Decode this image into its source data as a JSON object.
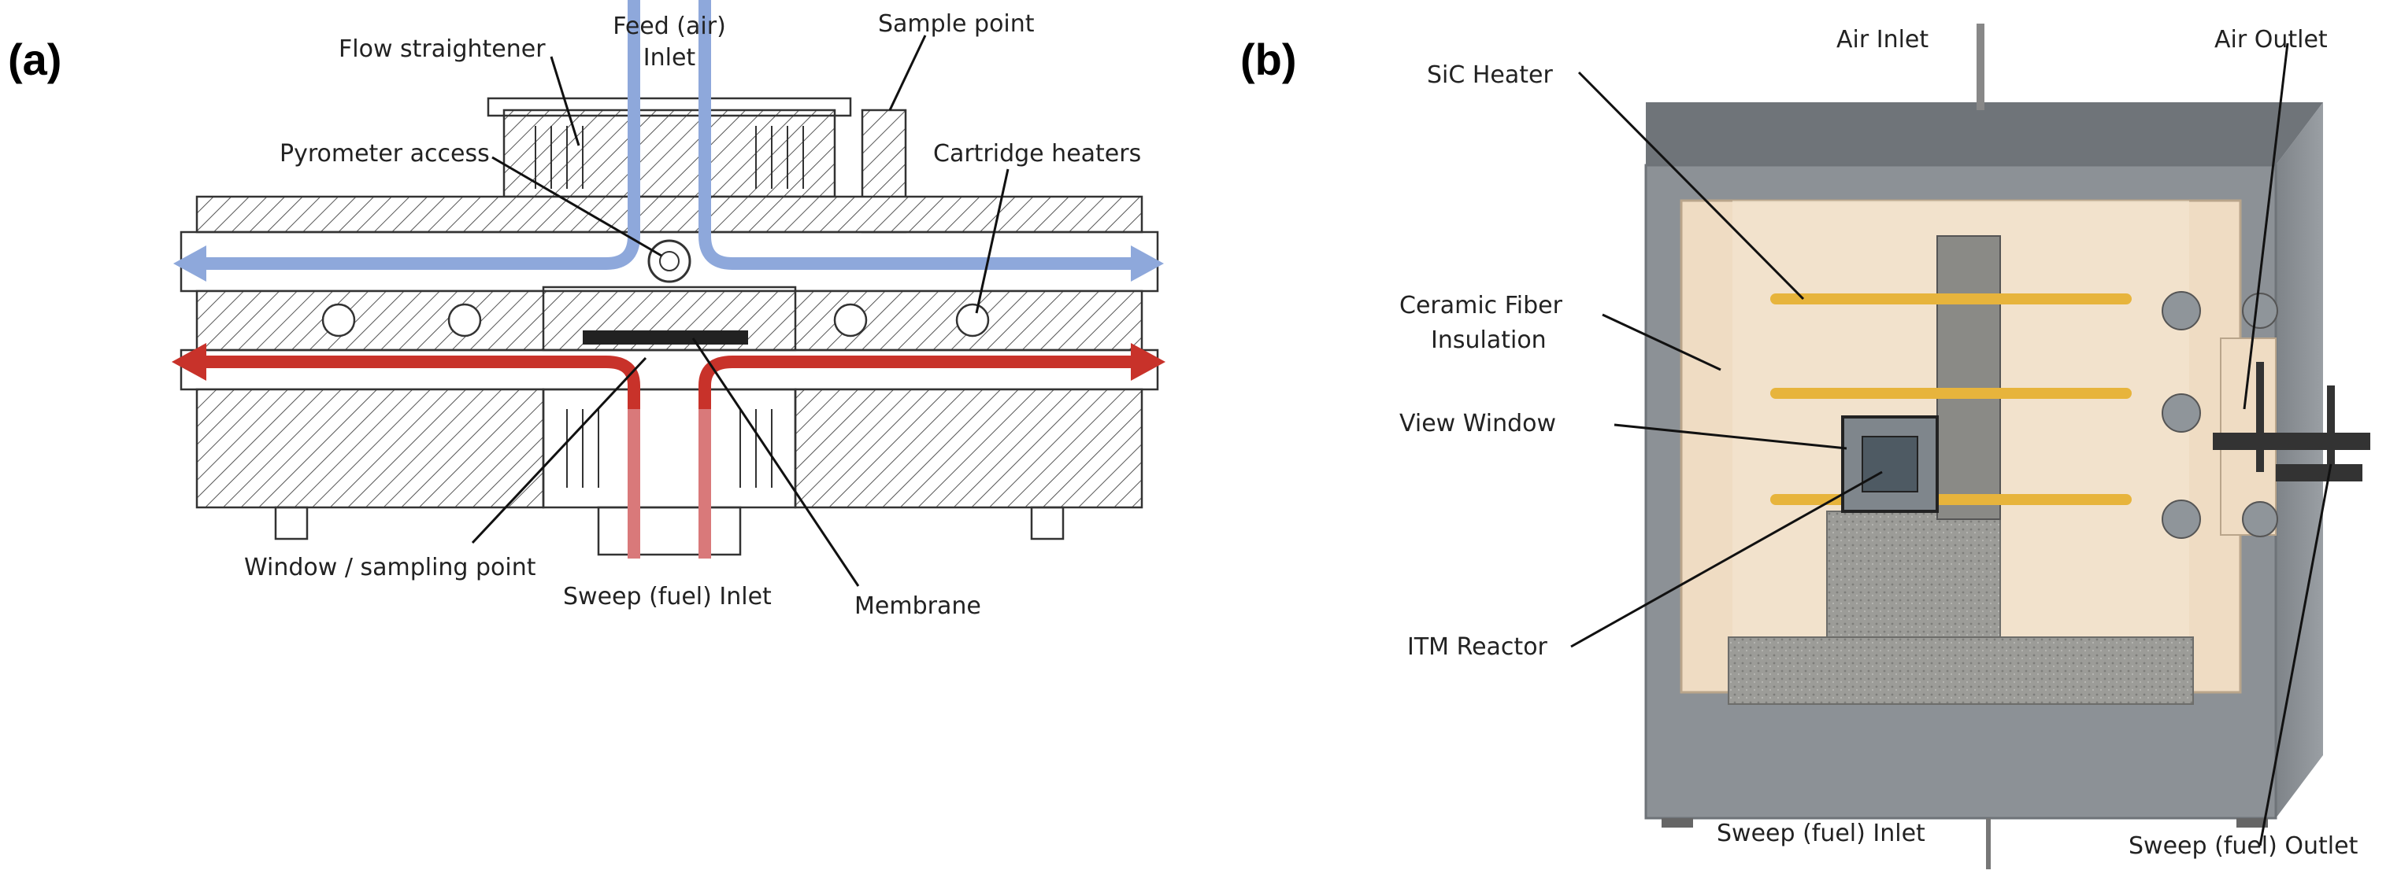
{
  "panel_a": {
    "tag": "(a)",
    "labels": {
      "flow_straightener": "Flow straightener",
      "feed_air_inlet_line1": "Feed (air)",
      "feed_air_inlet_line2": "Inlet",
      "sample_point": "Sample point",
      "pyrometer_access": "Pyrometer access",
      "cartridge_heaters": "Cartridge heaters",
      "window_sampling_point": "Window / sampling point",
      "sweep_fuel_inlet": "Sweep (fuel) Inlet",
      "membrane": "Membrane"
    },
    "colors": {
      "air_flow": "#8ea8db",
      "fuel_flow": "#c8322a",
      "fuel_inlet": "#d9797a"
    }
  },
  "panel_b": {
    "tag": "(b)",
    "labels": {
      "sic_heater": "SiC Heater",
      "air_inlet": "Air Inlet",
      "air_outlet": "Air Outlet",
      "ceramic_fiber_line1": "Ceramic Fiber",
      "ceramic_fiber_line2": "Insulation",
      "view_window": "View Window",
      "itm_reactor": "ITM Reactor",
      "sweep_fuel_inlet": "Sweep (fuel) Inlet",
      "sweep_fuel_outlet": "Sweep (fuel) Outlet"
    },
    "colors": {
      "housing": "#8c9196",
      "insulation": "#efdcc3",
      "heater": "#e7b43c"
    }
  }
}
